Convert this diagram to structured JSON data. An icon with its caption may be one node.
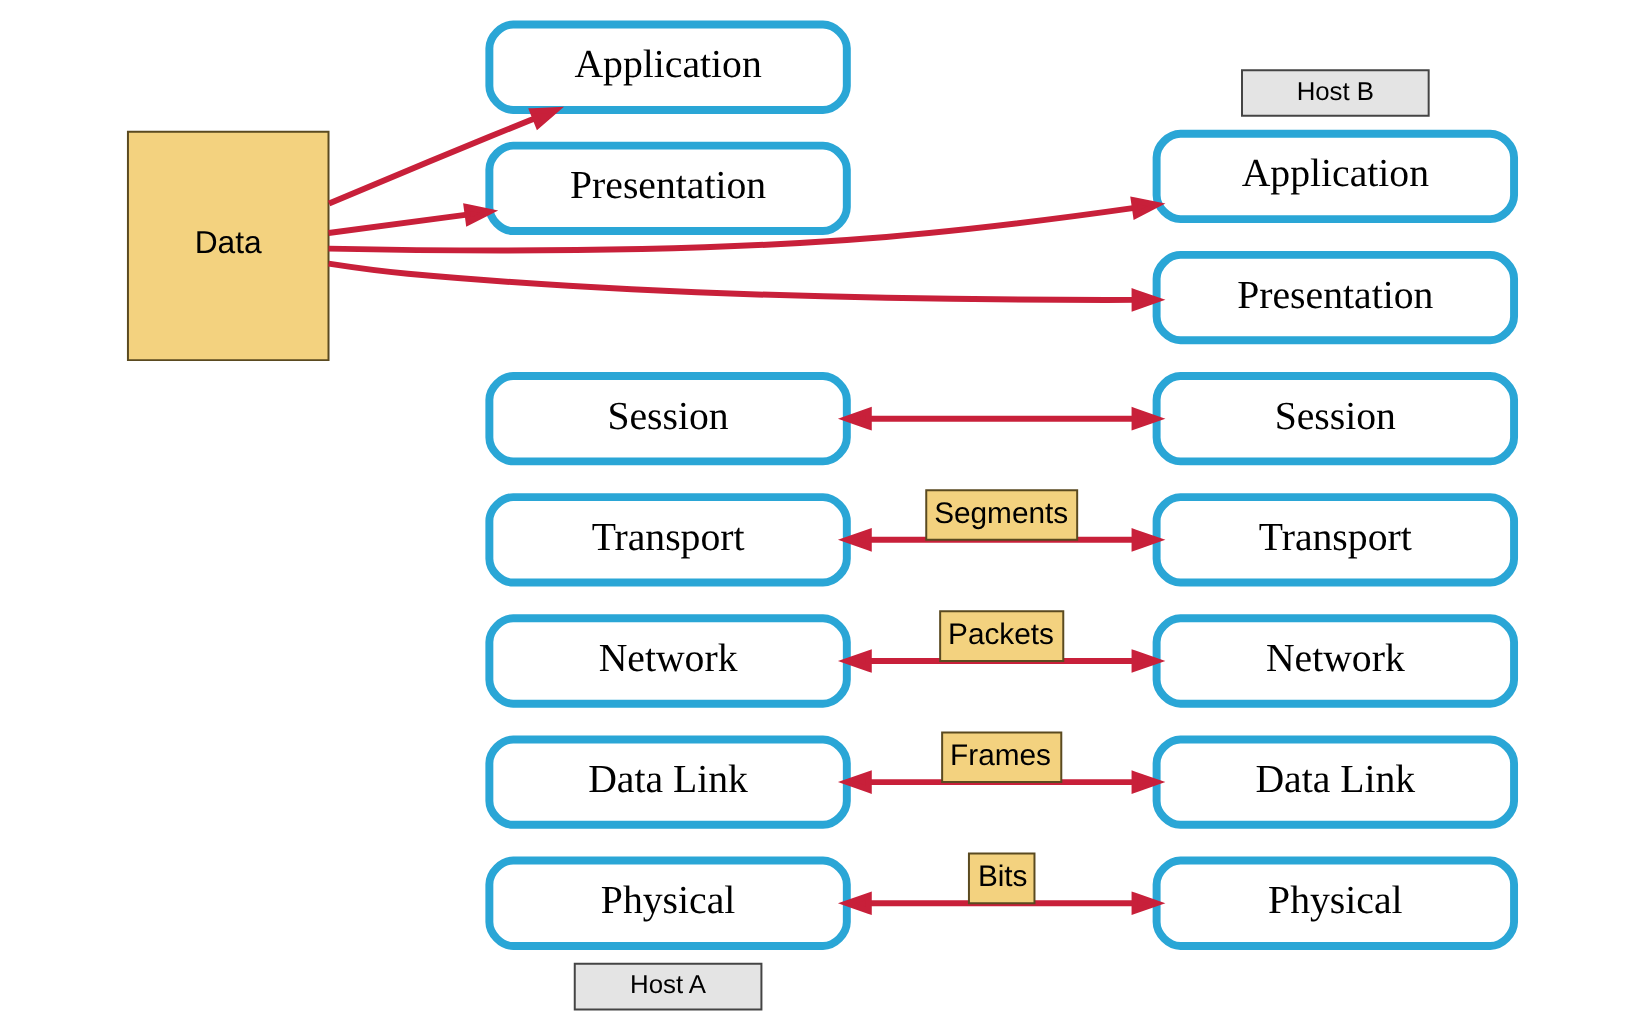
{
  "diagram": {
    "nodes": [
      {
        "text": [
          "Host A"
        ]
      },
      {
        "text": [
          "Application"
        ]
      },
      {
        "text": [
          "Presentation"
        ]
      },
      {
        "text": [
          "Session"
        ]
      },
      {
        "text": [
          "Transport"
        ]
      },
      {
        "text": [
          "Network"
        ]
      },
      {
        "text": [
          "Data Link"
        ]
      },
      {
        "text": [
          "Physical"
        ]
      },
      {
        "text": [
          "Data"
        ]
      },
      {
        "text": [
          "Host B"
        ]
      },
      {
        "text": [
          "Application"
        ]
      },
      {
        "text": [
          "Presentation"
        ]
      },
      {
        "text": [
          "Session"
        ]
      },
      {
        "text": [
          "Transport"
        ]
      },
      {
        "text": [
          "Network"
        ]
      },
      {
        "text": [
          "Data Link"
        ]
      },
      {
        "text": [
          "Physical"
        ]
      }
    ],
    "edges": [
      {
        "from": 8,
        "to": 1,
        "arrow": "to"
      },
      {
        "from": 8,
        "to": 10,
        "arrow": "to"
      },
      {
        "from": 8,
        "to": 2,
        "arrow": "to"
      },
      {
        "from": 8,
        "to": 11,
        "arrow": "to"
      },
      {
        "from": 3,
        "to": 12,
        "arrow": "both"
      },
      {
        "from": 4,
        "to": 13,
        "arrow": "both",
        "label": "Segments"
      },
      {
        "from": 5,
        "to": 14,
        "arrow": "both",
        "label": "Packets"
      },
      {
        "from": 6,
        "to": 15,
        "arrow": "both",
        "label": "Frames"
      },
      {
        "from": 7,
        "to": 16,
        "arrow": "both",
        "label": "Bits"
      }
    ]
  }
}
